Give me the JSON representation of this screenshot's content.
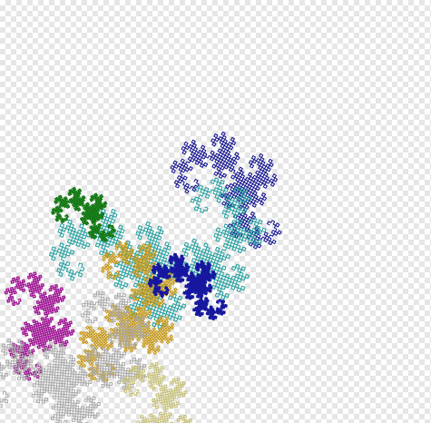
{
  "image": {
    "description_kind": "dragon-curve-fractal",
    "background": "transparency-checkerboard"
  },
  "curves": [
    {
      "name": "navy",
      "color": "#10108f"
    },
    {
      "name": "teal",
      "color": "#1f9e9e"
    },
    {
      "name": "green",
      "color": "#127812"
    },
    {
      "name": "magenta",
      "color": "#a01895"
    },
    {
      "name": "gold",
      "color": "#c79a1c"
    },
    {
      "name": "blue",
      "color": "#1616a0"
    },
    {
      "name": "silver",
      "color": "#a8a8a8"
    },
    {
      "name": "khaki",
      "color": "#c8c27a"
    }
  ]
}
